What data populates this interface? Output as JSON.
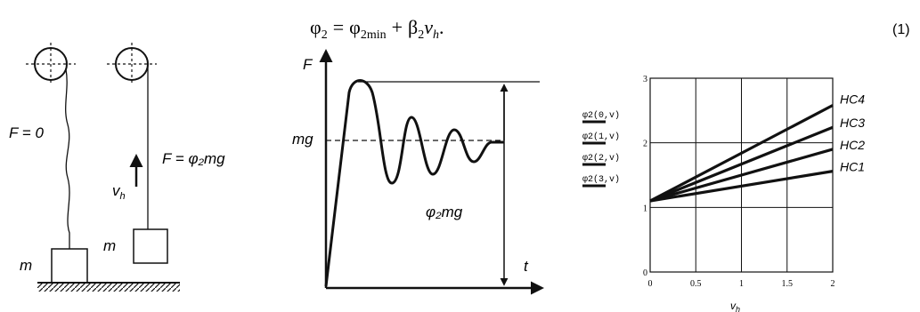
{
  "equation": {
    "lhs": "φ",
    "lhs_sub": "2",
    "equals": "=",
    "term1": "φ",
    "term1_sub": "2min",
    "plus": "+",
    "term2_beta": "β",
    "term2_beta_sub": "2",
    "term2_v": "v",
    "term2_v_sub": "h",
    "period": ".",
    "number": "(1)"
  },
  "slack_rope": {
    "force_label": "F = 0",
    "mass_label": "m"
  },
  "taut_rope": {
    "force_label": "F = φ₂mg",
    "velocity_label": "v",
    "velocity_sub": "h",
    "mass_label": "m"
  },
  "force_time_graph": {
    "y_axis_label": "F",
    "x_axis_label": "t",
    "mg_label": "mg",
    "peak_label": "φ₂mg"
  },
  "chart_data": {
    "type": "line",
    "xlabel": "v_h",
    "ylabel": "",
    "xlim": [
      0,
      2
    ],
    "ylim": [
      0,
      3
    ],
    "x_ticks": [
      "0",
      "0.5",
      "1",
      "1.5",
      "2"
    ],
    "y_ticks": [
      "0",
      "1",
      "2",
      "3"
    ],
    "grid": true,
    "y_axis_legend": [
      "φ2(0,v)",
      "φ2(1,v)",
      "φ2(2,v)",
      "φ2(3,v)"
    ],
    "series": [
      {
        "name": "HC4",
        "x": [
          0,
          2
        ],
        "y": [
          1.1,
          2.58
        ]
      },
      {
        "name": "HC3",
        "x": [
          0,
          2
        ],
        "y": [
          1.1,
          2.24
        ]
      },
      {
        "name": "HC2",
        "x": [
          0,
          2
        ],
        "y": [
          1.1,
          1.9
        ]
      },
      {
        "name": "HC1",
        "x": [
          0,
          2
        ],
        "y": [
          1.1,
          1.56
        ]
      }
    ]
  }
}
